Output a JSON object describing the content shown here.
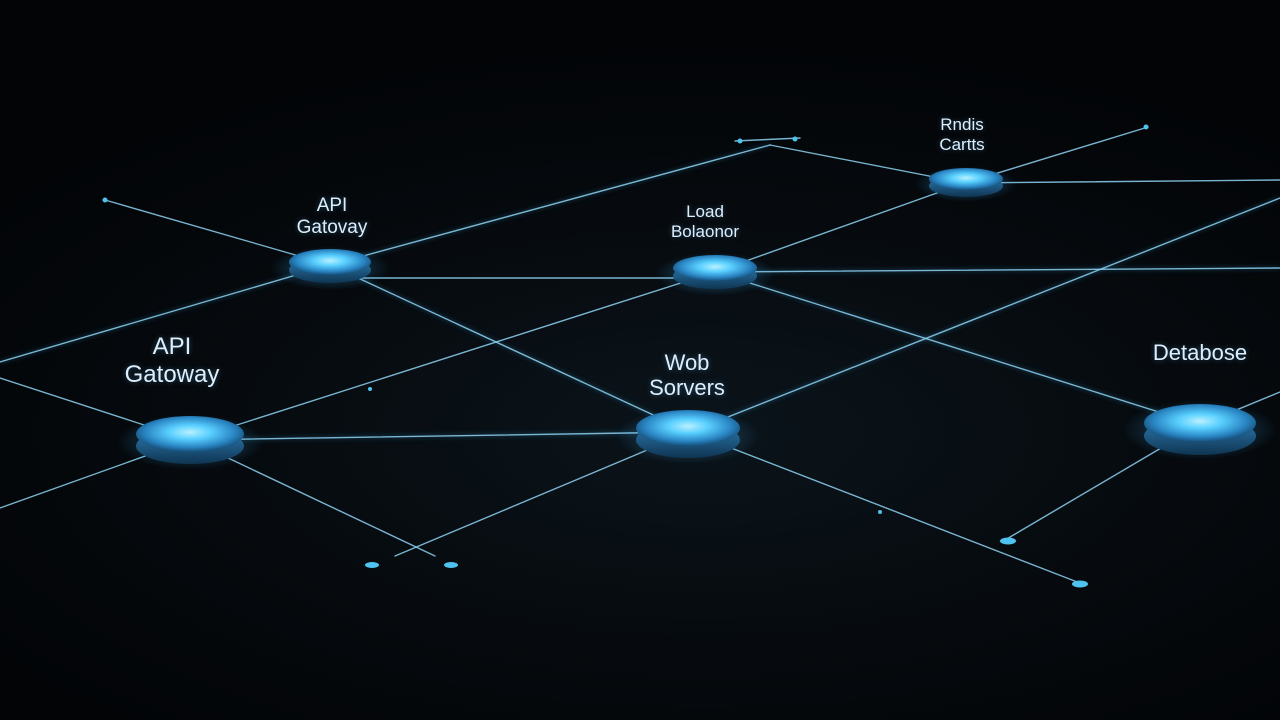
{
  "nodes": [
    {
      "id": "api-gateway-large",
      "lines": [
        "API",
        "Gatoway"
      ]
    },
    {
      "id": "api-gateway-small",
      "lines": [
        "API",
        "Gatovay"
      ]
    },
    {
      "id": "load-balancer",
      "lines": [
        "Load",
        "Bolaonor"
      ]
    },
    {
      "id": "redis-cache",
      "lines": [
        "Rndis",
        "Cartts"
      ]
    },
    {
      "id": "web-servers",
      "lines": [
        "Wob",
        "Sorvers"
      ]
    },
    {
      "id": "database",
      "lines": [
        "Detabose"
      ]
    }
  ],
  "colors": {
    "background": "#04070a",
    "link": "#8ed2f2",
    "node_glow": "#4fc3f0",
    "node_body": "#2b6f9c",
    "label_text": "#dcefff"
  }
}
